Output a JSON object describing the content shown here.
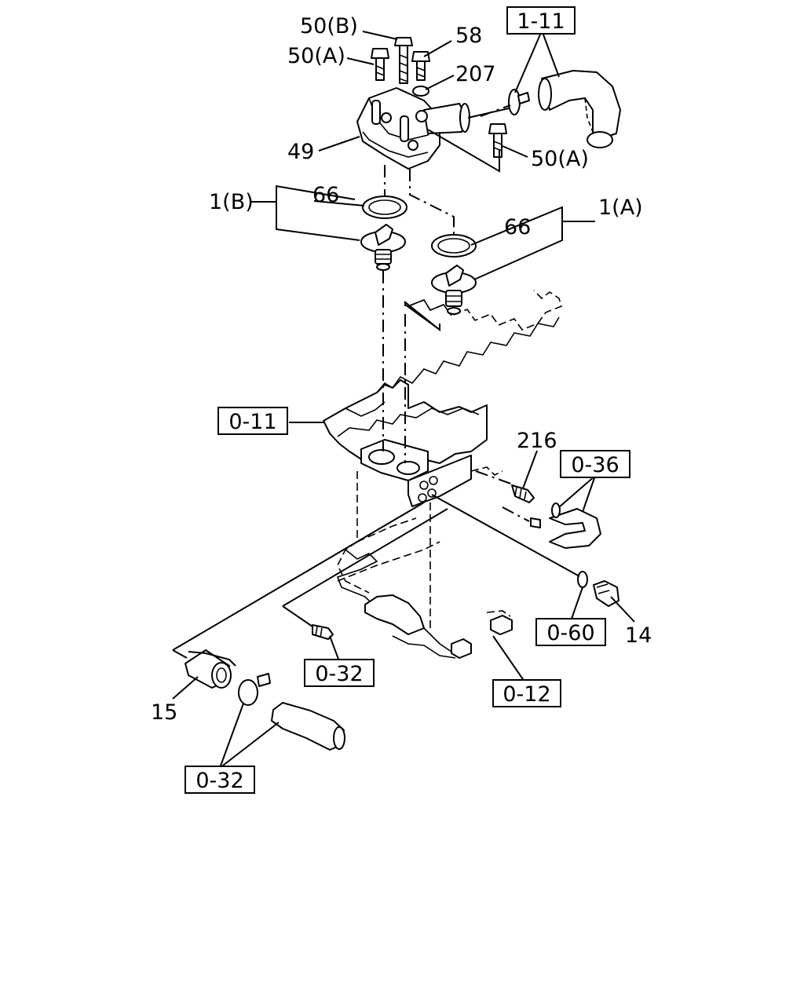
{
  "callouts": {
    "ref_1_11": "1-11",
    "ref_0_11": "0-11",
    "ref_0_36": "0-36",
    "ref_0_60": "0-60",
    "ref_0_32_mid": "0-32",
    "ref_0_12": "0-12",
    "ref_0_32_bottom": "0-32"
  },
  "labels": {
    "bolt_50b": "50(B)",
    "bolt_58": "58",
    "bolt_50a_top": "50(A)",
    "washer_207": "207",
    "housing_49": "49",
    "bolt_50a_right": "50(A)",
    "gasket_66_left": "66",
    "thermostat_1b": "1(B)",
    "gasket_66_right": "66",
    "thermostat_1a": "1(A)",
    "fitting_216": "216",
    "plug_14": "14",
    "pipe_15": "15"
  }
}
